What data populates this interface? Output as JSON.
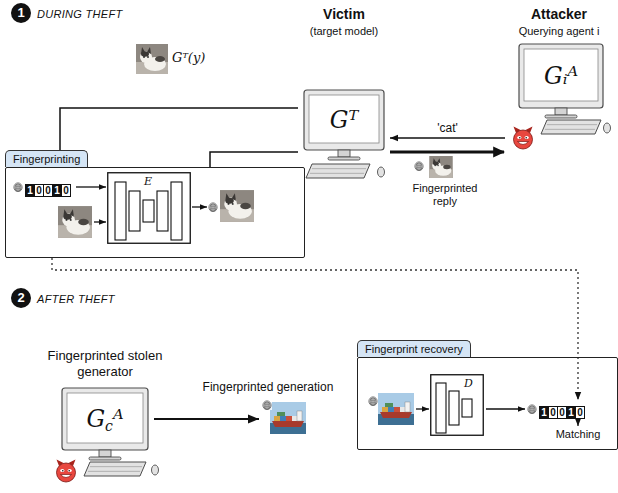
{
  "diagram": {
    "nodes": [
      {
        "text": [
          "Victim",
          "(target model)",
          "Gᵀ"
        ]
      },
      {
        "text": [
          "Attacker",
          "Querying agent i",
          "Gᵢᴬ"
        ]
      },
      {
        "text": [
          "Fingerprinting"
        ]
      },
      {
        "text": [
          "E"
        ],
        "in": 2
      },
      {
        "text": [
          "Fingerprinted stolen generator",
          "Gcᴬ"
        ]
      },
      {
        "text": [
          "Fingerprint recovery"
        ]
      },
      {
        "text": [
          "D"
        ],
        "in": 5
      }
    ],
    "edges": [
      {
        "from": 1,
        "to": 0,
        "label": "'cat'",
        "arrow": "to"
      },
      {
        "from": 0,
        "to": 1,
        "arrow": "to"
      },
      {
        "from": 0,
        "to": 2,
        "arrow": "none"
      },
      {
        "from": 2,
        "to": 0,
        "arrow": "none"
      },
      {
        "from": 2,
        "to": 5,
        "arrow": "to"
      }
    ],
    "labels": [
      "1",
      "DURING THEFT",
      "Gᵀ(y)",
      "10010",
      "Fingerprinted reply",
      "2",
      "AFTER THEFT",
      "Fingerprinted generation",
      "10010",
      "Matching"
    ]
  }
}
